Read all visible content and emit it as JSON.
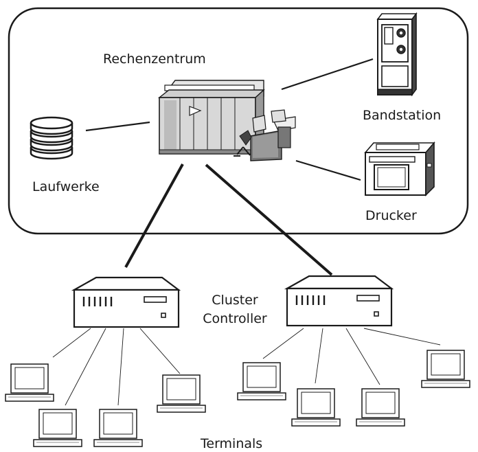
{
  "labels": {
    "datacenter": "Rechenzentrum",
    "drives": "Laufwerke",
    "tape_station": "Bandstation",
    "printer": "Drucker",
    "cluster_controller_line1": "Cluster",
    "cluster_controller_line2": "Controller",
    "terminals": "Terminals"
  },
  "icons": {
    "datacenter": "mainframe-icon",
    "drives": "disk-stack-icon",
    "tape_station": "tape-drive-icon",
    "printer": "printer-icon",
    "controller": "cluster-controller-icon",
    "terminal": "terminal-icon"
  },
  "colors": {
    "stroke": "#1a1a1a",
    "background": "#ffffff",
    "shade": "#cfcfcf",
    "dark_shade": "#555555"
  }
}
